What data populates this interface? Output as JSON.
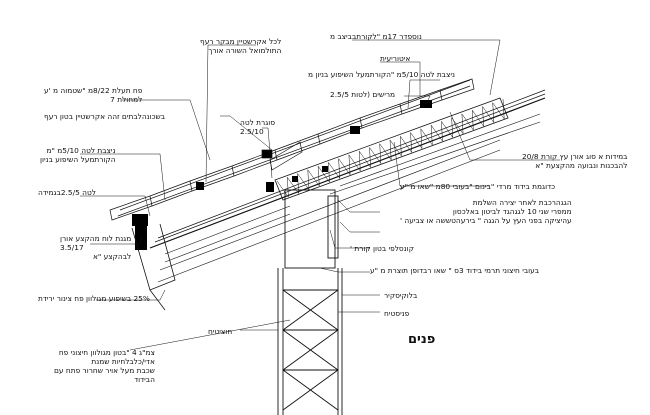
{
  "colors": {
    "ink": "#111111",
    "fill": "#000000",
    "paper": "#ffffff"
  },
  "labels": {
    "l01": "לכל אקרשטיין מבקר רעף\nהתולמואל השורה אורך",
    "l02": "נוספדר 17מ \"לקורתבביצב מ",
    "l03": "איטוריעית",
    "l04": "ניצבת לטה 5/10מ \"הקורתמעל השיפוע בניון מ",
    "l05": "פח תעלת 8/22מ \"שטמוה מ 'ע\nלמחולת 7",
    "l06": "מרישים (לטות 2.5/5",
    "l07": "בשכונהלבתים זהה אקרשטיין בטון רעף",
    "l08": "סוגרת לטה\n2.5/10",
    "l09": "ניצבת לטה 5/10מ \"מ\nהקורתמעל השיפוע בניון",
    "l10": "במידות א סוג אורן עץ קורת 20/8\nלהבכנות ונבועה מהקצעת \"א",
    "l11": "לטה 2.5/5בגמידה",
    "l12": "כדוגמת בידוד מרדי \"בינום \"בעובי 80מ \"שאו מ \"ע",
    "l13": "הגגהרכבת לאחר יצירה השלמת\nממפרי שני 10 לגגהגד לביטון באלכסון\nעהיציקה בפני העץ על הגגה \" בירעהטששה או צביעה '",
    "l14": "מגנת לוח מהקצע אורן\n3.5/17\nלבהקצע \"א",
    "l15": "קונסלפי בטון קורת '",
    "l16": "בעובי חיצוני תרמי בידוד 3ס \" שאו רבדופן תוצרת מ \"ע",
    "l17": "25% בשיפוע מגולוון פח צינור ירידת",
    "l18": "בלוקיסקיר",
    "l19": "פניסטיח",
    "l20": "חוציטיח",
    "l21": "פנים",
    "l22": "צמ\"ג 4 \"בטון מגולוון חיצוני פח\nאדי/כלבלחיות שמנת\nשכבת מעל אויר שחרור פתח עם\nהבידוד"
  }
}
